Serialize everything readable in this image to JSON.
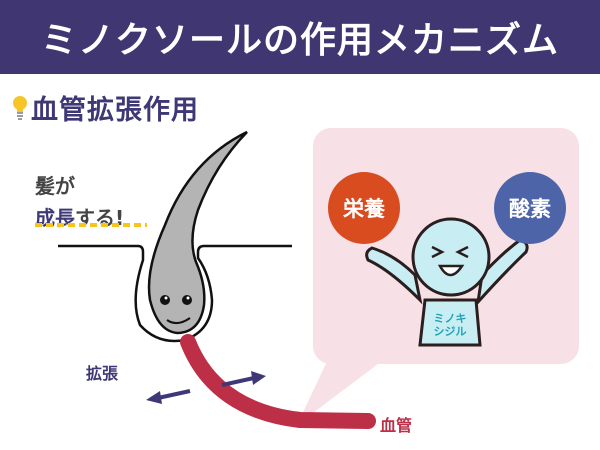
{
  "header": {
    "title": "ミノクソールの作用メカニズム",
    "background": "#403671"
  },
  "section": {
    "icon": "lightbulb-icon",
    "title": "血管拡張作用",
    "color": "#3f3876"
  },
  "growth_message": {
    "line1": "髪が",
    "line2_highlight": "成長",
    "line2_rest": "する!"
  },
  "bubble": {
    "background": "#f7e1e7",
    "balls": [
      {
        "label": "栄養",
        "color": "#d84c1f"
      },
      {
        "label": "酸素",
        "color": "#4d65a8"
      }
    ],
    "character": {
      "shirt_line1": "ミノキ",
      "shirt_line2": "シジル",
      "color": "#c8eef4"
    }
  },
  "labels": {
    "dilation": "拡張",
    "blood_vessel": "血管"
  },
  "colors": {
    "vessel": "#bd2f47",
    "arrow": "#3f3876",
    "hair": "#b4b4b4"
  }
}
